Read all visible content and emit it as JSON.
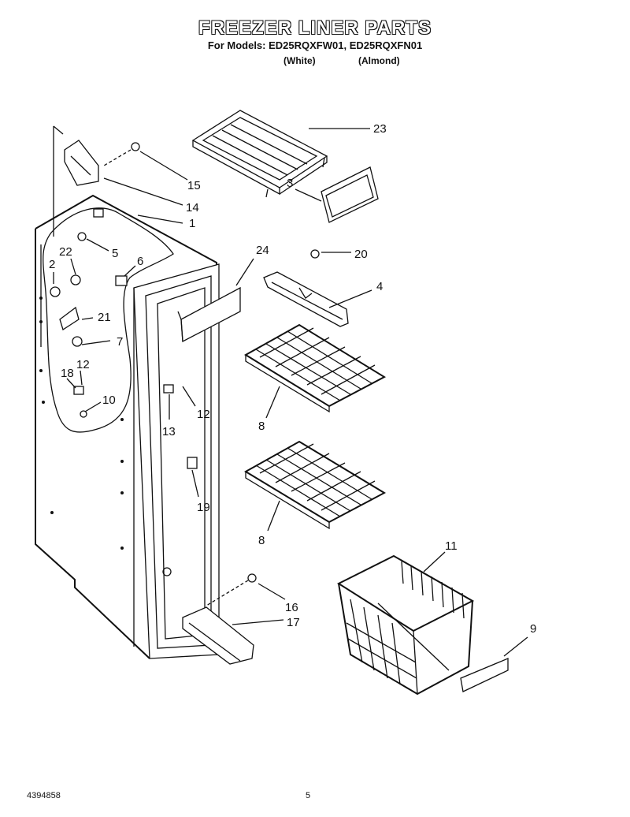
{
  "header": {
    "title": "FREEZER LINER PARTS",
    "models_line": "For Models: ED25RQXFW01, ED25RQXFN01",
    "model_note_1": "(White)",
    "model_note_2": "(Almond)"
  },
  "footer": {
    "doc_number": "4394858",
    "page_number": "5"
  },
  "callouts": {
    "c1": "1",
    "c2": "2",
    "c3": "3",
    "c4": "4",
    "c5": "5",
    "c6": "6",
    "c7": "7",
    "c8a": "8",
    "c8b": "8",
    "c9": "9",
    "c10": "10",
    "c11": "11",
    "c12a": "12",
    "c12b": "12",
    "c13": "13",
    "c14": "14",
    "c15": "15",
    "c16": "16",
    "c17": "17",
    "c18": "18",
    "c19": "19",
    "c20": "20",
    "c21": "21",
    "c22": "22",
    "c23": "23",
    "c24": "24"
  }
}
